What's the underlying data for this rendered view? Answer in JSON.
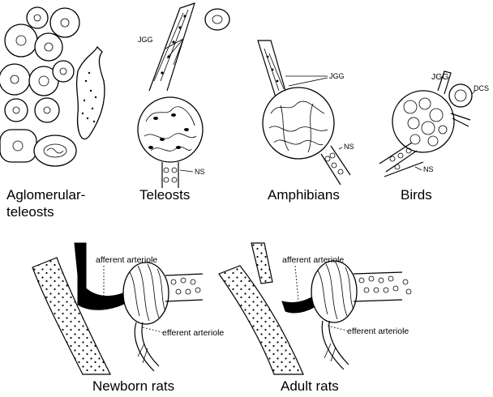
{
  "panels": [
    {
      "caption_line1": "Aglomerular-",
      "caption_line2": "teleosts"
    },
    {
      "caption": "Teleosts",
      "labels": {
        "jgg": "JGG",
        "ns": "NS"
      }
    },
    {
      "caption": "Amphibians",
      "labels": {
        "jgg": "JGG",
        "ns": "NS"
      }
    },
    {
      "caption": "Birds",
      "labels": {
        "jgg": "JGG",
        "dcs": "DCS",
        "ns": "NS"
      }
    },
    {
      "caption": "Newborn rats",
      "labels": {
        "afferent": "afferent arteriole",
        "efferent": "efferent arteriole"
      }
    },
    {
      "caption": "Adult rats",
      "labels": {
        "afferent": "afferent arteriole",
        "efferent": "efferent arteriole"
      }
    }
  ]
}
